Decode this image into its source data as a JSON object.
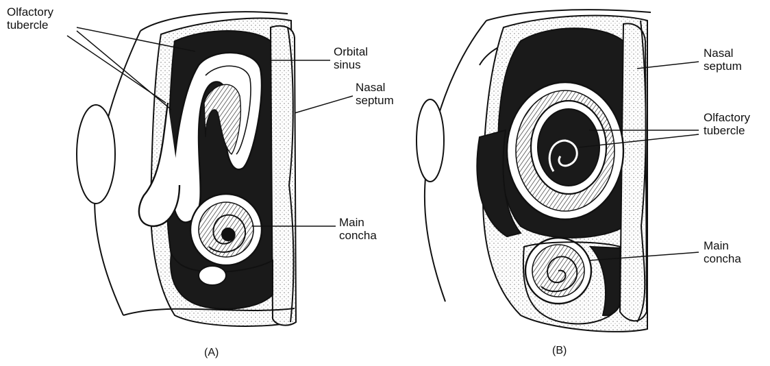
{
  "figure": {
    "panel_a": {
      "tag": "(A)",
      "labels": {
        "olfactory_tubercle": [
          "Olfactory",
          "tubercle"
        ],
        "orbital_sinus": [
          "Orbital",
          "sinus"
        ],
        "nasal_septum": [
          "Nasal",
          "septum"
        ],
        "main_concha": [
          "Main",
          "concha"
        ]
      }
    },
    "panel_b": {
      "tag": "(B)",
      "labels": {
        "nasal_septum": [
          "Nasal",
          "septum"
        ],
        "olfactory_tubercle": [
          "Olfactory",
          "tubercle"
        ],
        "main_concha": [
          "Main",
          "concha"
        ]
      }
    },
    "colors": {
      "ink": "#111111",
      "shade": "#1a1a1a",
      "stipple": "#9a9a9a",
      "paper": "#ffffff"
    }
  }
}
